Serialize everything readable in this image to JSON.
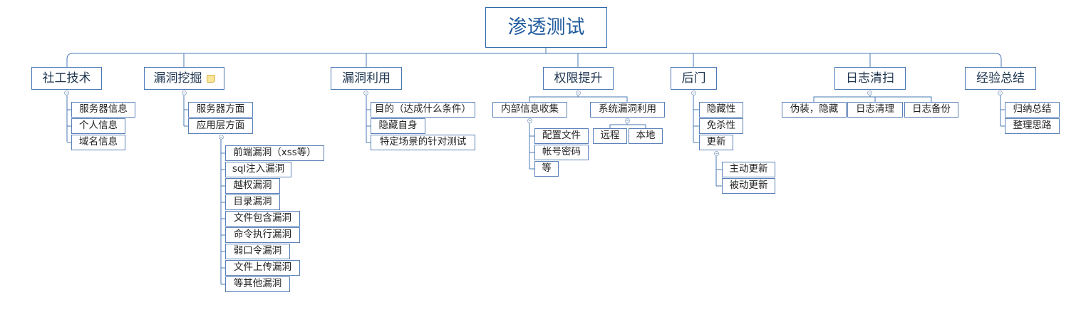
{
  "root": {
    "label": "渗透测试"
  },
  "branches": [
    {
      "id": "social",
      "label": "社工技术",
      "children": [
        {
          "label": "服务器信息"
        },
        {
          "label": "个人信息"
        },
        {
          "label": "域名信息"
        }
      ]
    },
    {
      "id": "vulnmining",
      "label": "漏洞挖掘",
      "note_icon": "note-icon",
      "children": [
        {
          "label": "服务器方面"
        },
        {
          "label": "应用层方面",
          "children": [
            {
              "label": "前端漏洞（xss等）"
            },
            {
              "label": "sql注入漏洞"
            },
            {
              "label": "越权漏洞"
            },
            {
              "label": "目录漏洞"
            },
            {
              "label": "文件包含漏洞"
            },
            {
              "label": "命令执行漏洞"
            },
            {
              "label": "弱口令漏洞"
            },
            {
              "label": "文件上传漏洞"
            },
            {
              "label": "等其他漏洞"
            }
          ]
        }
      ]
    },
    {
      "id": "vulnexploit",
      "label": "漏洞利用",
      "children": [
        {
          "label": "目的（达成什么条件）"
        },
        {
          "label": "隐藏自身"
        },
        {
          "label": "特定场景的针对测试"
        }
      ]
    },
    {
      "id": "privesc",
      "label": "权限提升",
      "children": [
        {
          "label": "内部信息收集",
          "children": [
            {
              "label": "配置文件"
            },
            {
              "label": "帐号密码"
            },
            {
              "label": "等"
            }
          ]
        },
        {
          "label": "系统漏洞利用",
          "children": [
            {
              "label": "远程"
            },
            {
              "label": "本地"
            }
          ]
        }
      ]
    },
    {
      "id": "backdoor",
      "label": "后门",
      "children": [
        {
          "label": "隐藏性"
        },
        {
          "label": "免杀性"
        },
        {
          "label": "更新",
          "children": [
            {
              "label": "主动更新"
            },
            {
              "label": "被动更新"
            }
          ]
        }
      ]
    },
    {
      "id": "logclean",
      "label": "日志清扫",
      "children": [
        {
          "label": "伪装，隐藏"
        },
        {
          "label": "日志清理"
        },
        {
          "label": "日志备份"
        }
      ]
    },
    {
      "id": "summary",
      "label": "经验总结",
      "children": [
        {
          "label": "归纳总结"
        },
        {
          "label": "整理思路"
        }
      ]
    }
  ],
  "colors": {
    "line": "#4a78b4",
    "node_border": "#4a78b4",
    "root_text": "#1f5a9e",
    "collapse": "#9ab0cc",
    "note": "#fbe59a"
  }
}
